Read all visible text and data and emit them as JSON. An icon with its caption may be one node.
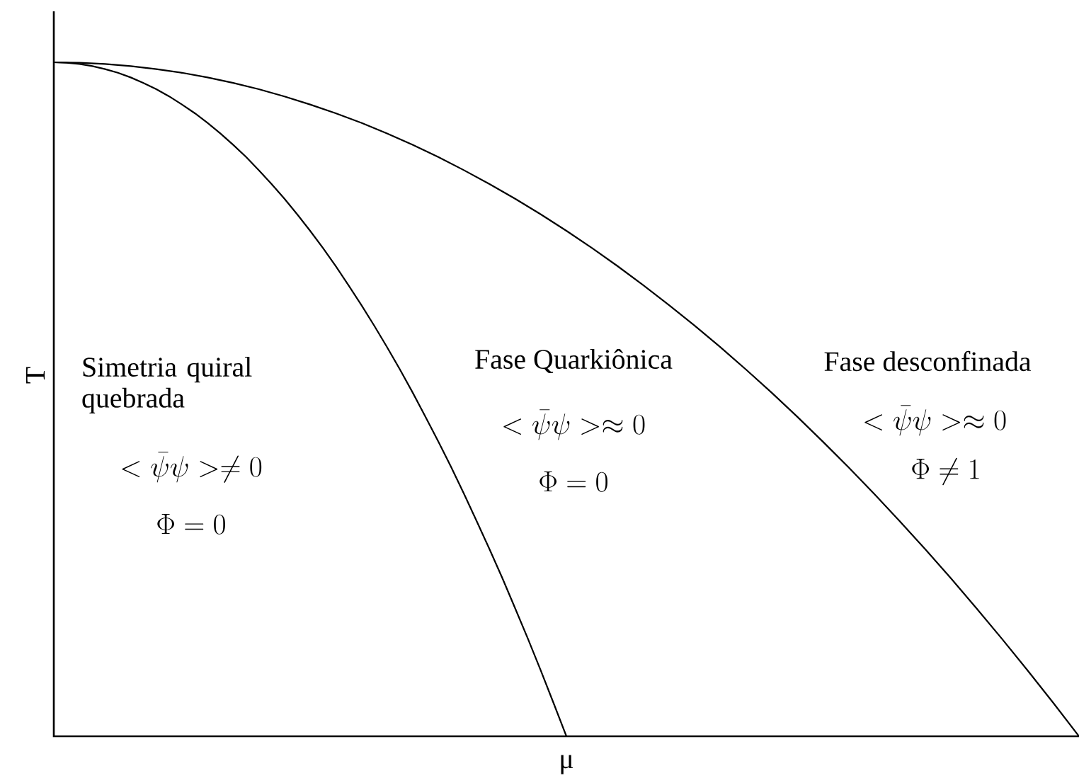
{
  "diagram": {
    "labels": [
      "T",
      "Simetria quiral quebrada",
      "<\\bar{\\psi}\\psi> \\neq 0",
      "\\Phi = 0",
      "Fase Quarkiônica",
      "<\\bar{\\psi}\\psi> \\approx 0",
      "\\Phi = 0",
      "Fase desconfinada",
      "<\\bar{\\psi}\\psi> \\approx 0",
      "\\Phi \\neq 1",
      "μ"
    ]
  }
}
